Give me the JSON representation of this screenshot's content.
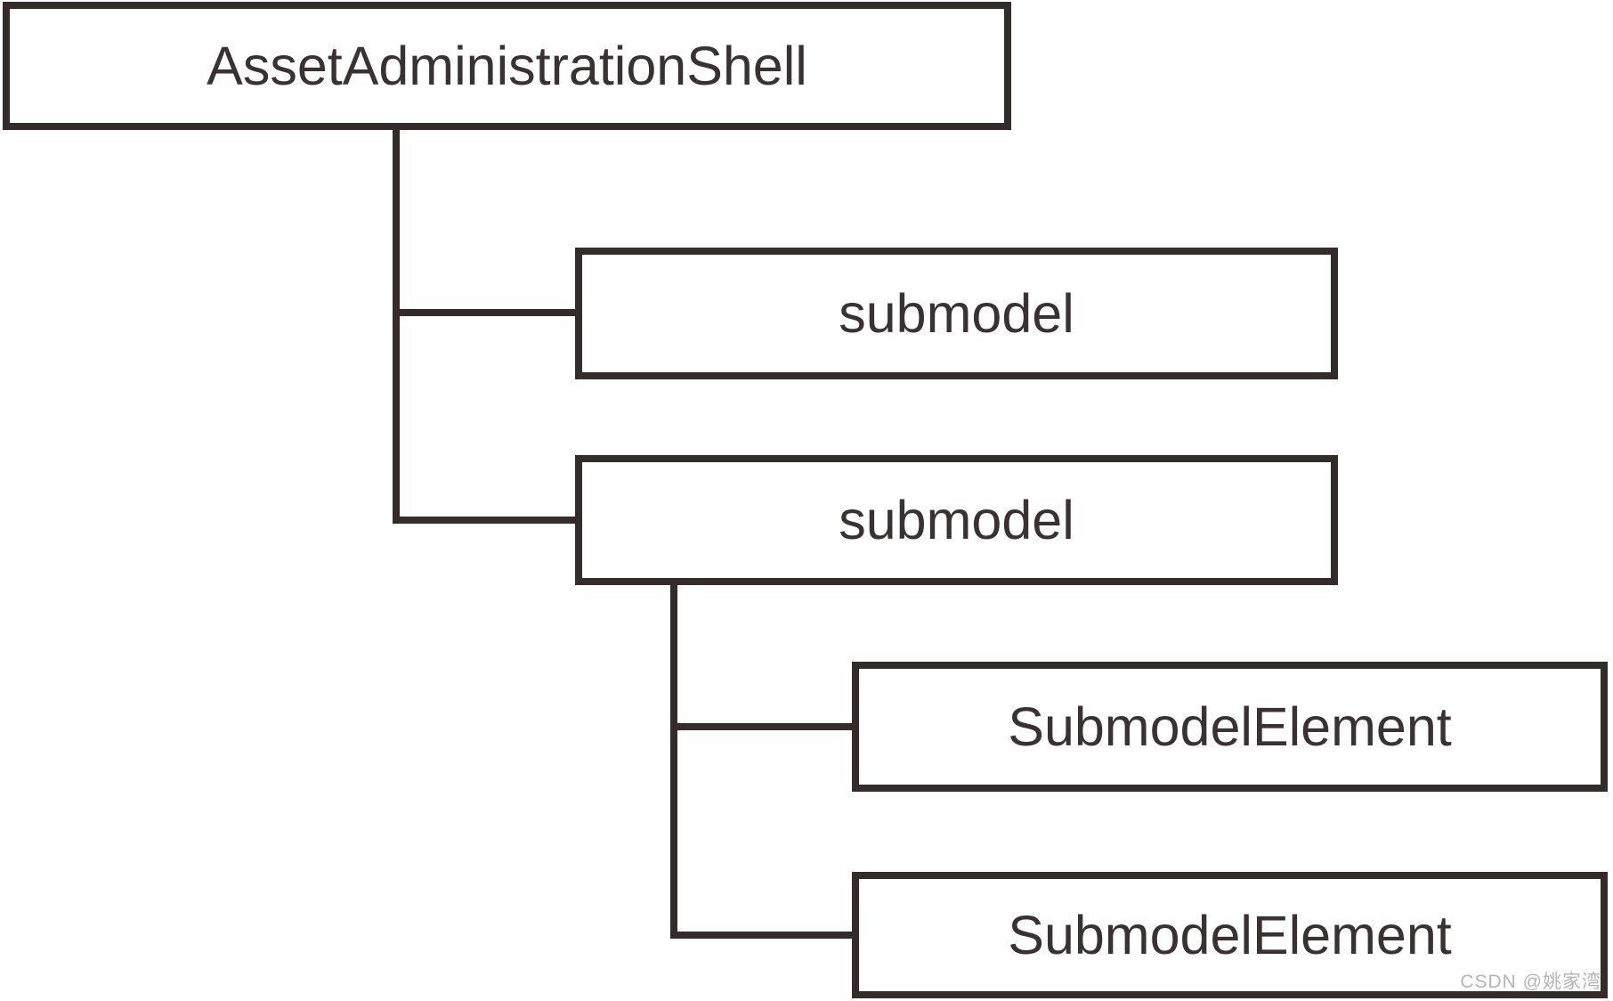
{
  "colors": {
    "line": "#342b2b",
    "text": "#3a3232",
    "background": "#ffffff",
    "watermark": "#b4b4b4"
  },
  "diagram": {
    "type": "tree",
    "nodes": {
      "aas": {
        "label": "AssetAdministrationShell"
      },
      "submodel1": {
        "label": "submodel"
      },
      "submodel2": {
        "label": "submodel"
      },
      "submodelElement1": {
        "label": "SubmodelElement"
      },
      "submodelElement2": {
        "label": "SubmodelElement"
      }
    },
    "edges": [
      {
        "from": "AssetAdministrationShell",
        "to": "submodel",
        "branch": 1
      },
      {
        "from": "AssetAdministrationShell",
        "to": "submodel",
        "branch": 2
      },
      {
        "from": "submodel",
        "to": "SubmodelElement",
        "branch": 1
      },
      {
        "from": "submodel",
        "to": "SubmodelElement",
        "branch": 2
      }
    ]
  },
  "watermark": {
    "text": "CSDN @姚家湾"
  }
}
